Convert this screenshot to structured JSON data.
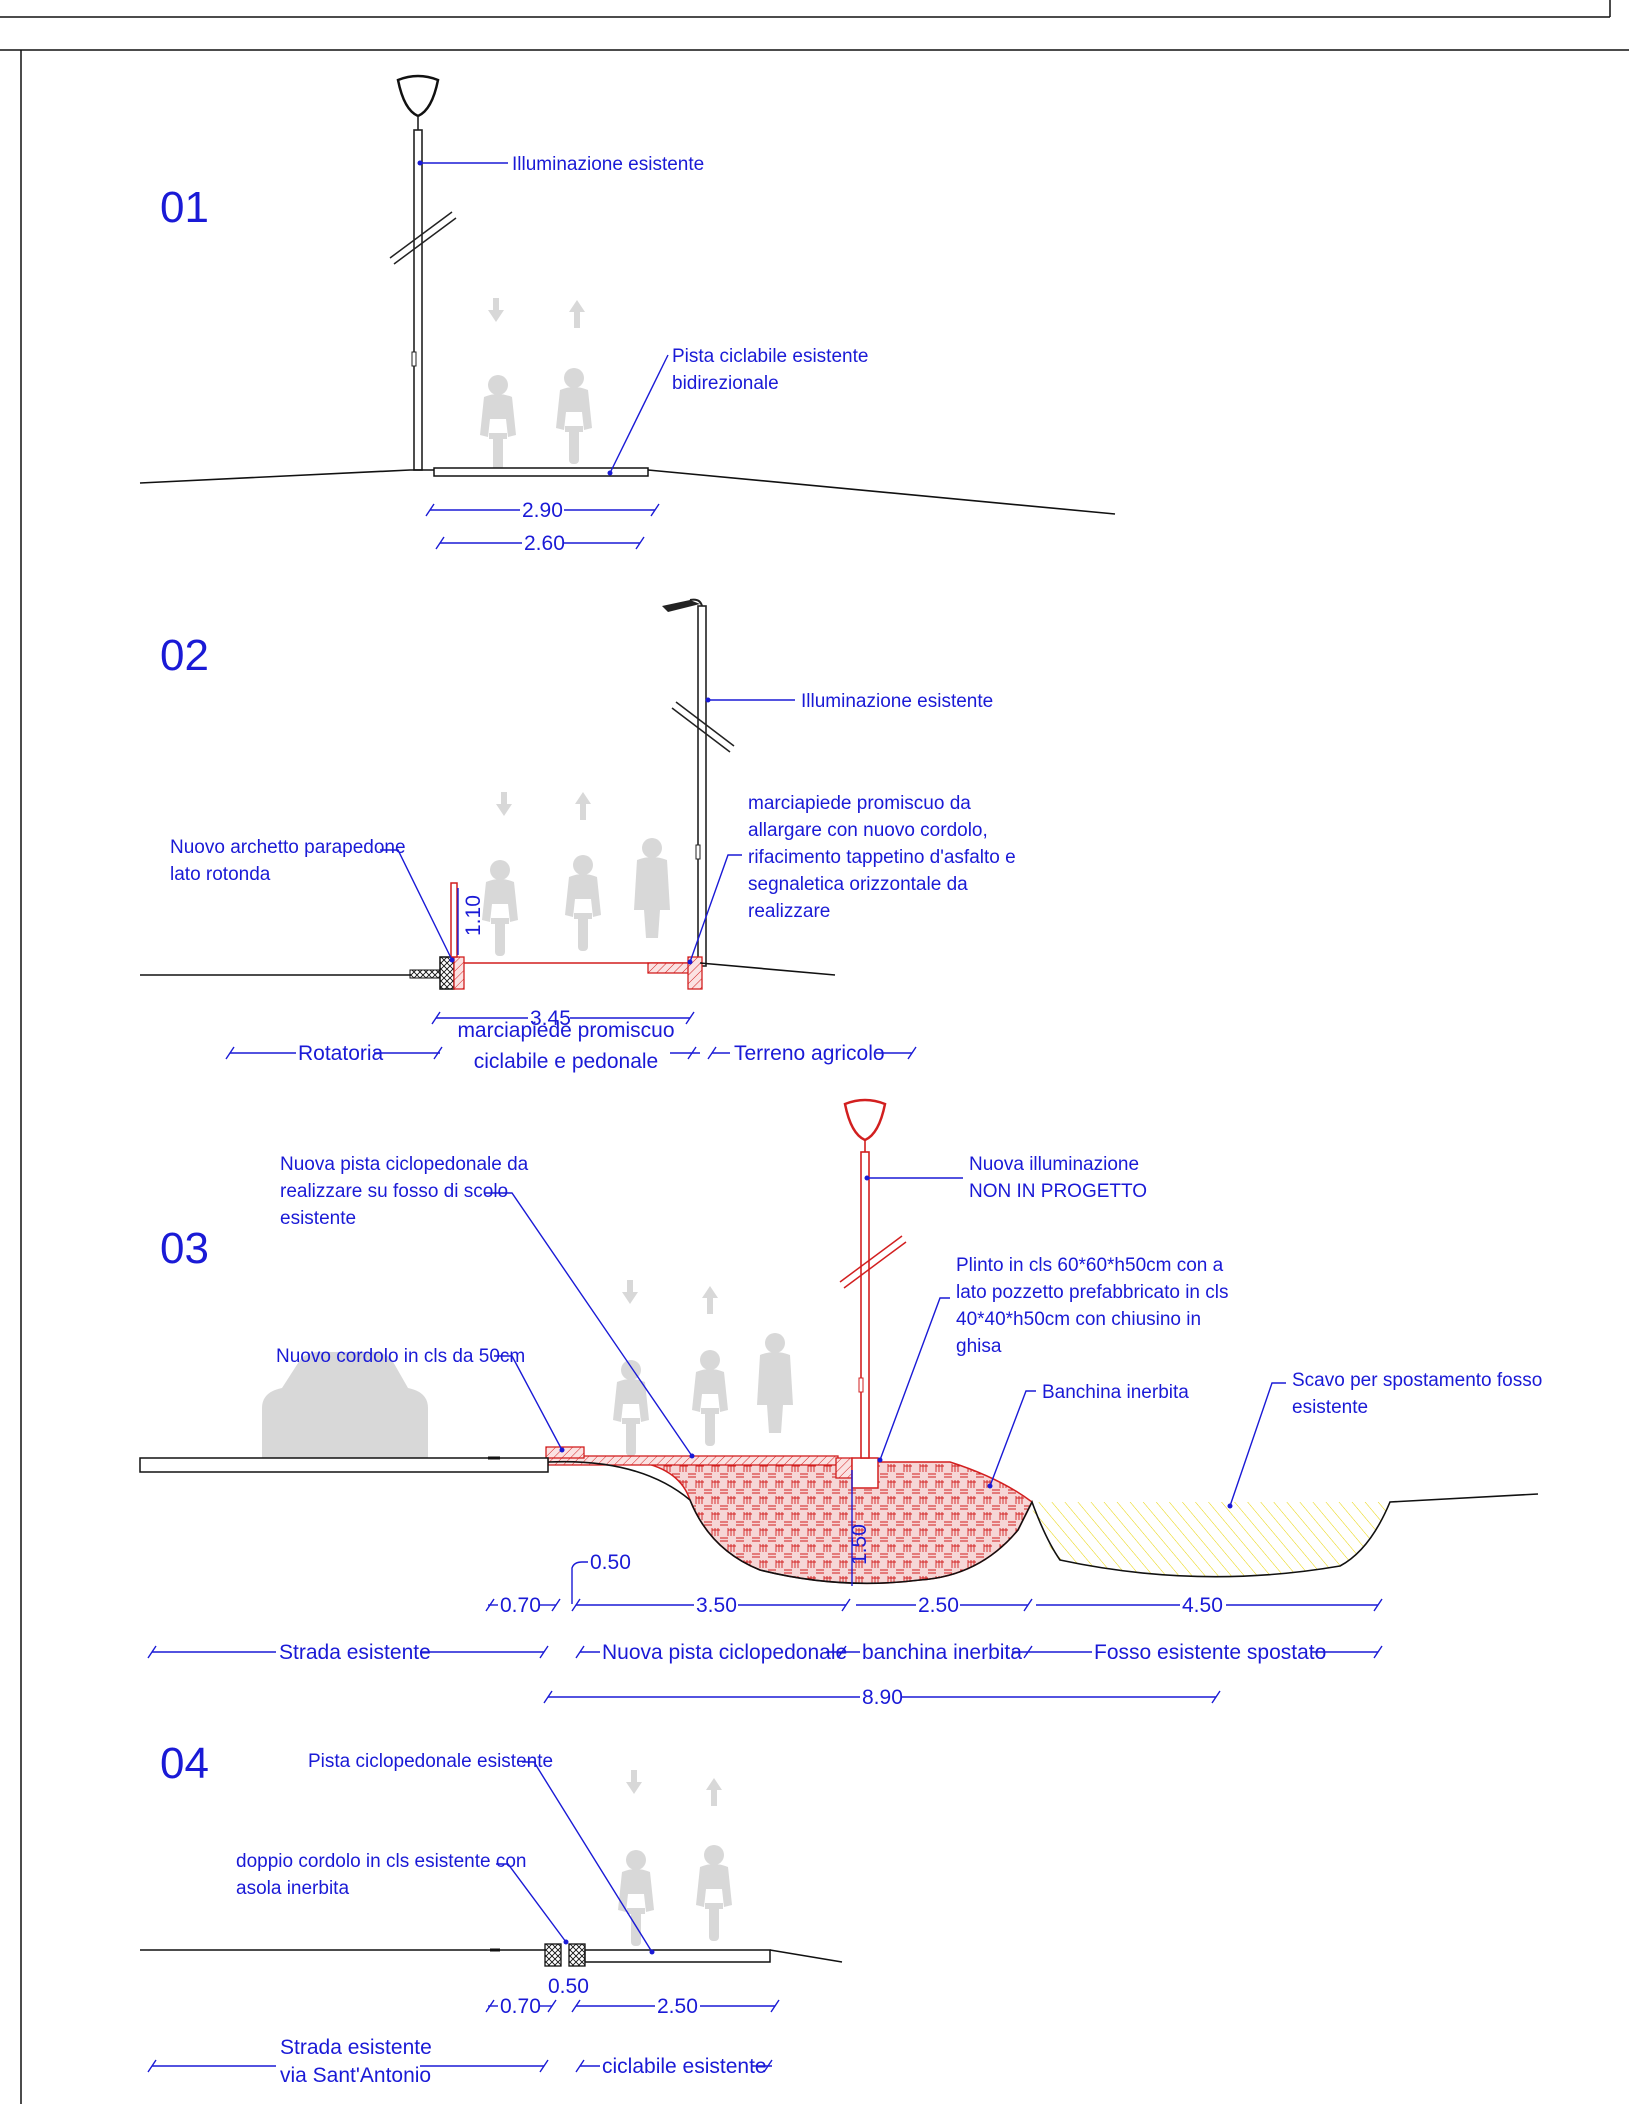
{
  "sections": [
    {
      "number": "01",
      "labels": {
        "lighting": "Illuminazione esistente",
        "bike_path_1": "Pista ciclabile esistente",
        "bike_path_2": "bidirezionale"
      },
      "dimensions": {
        "outer": "2.90",
        "inner": "2.60"
      }
    },
    {
      "number": "02",
      "labels": {
        "lighting": "Illuminazione esistente",
        "parapet_1": "Nuovo archetto parapedone",
        "parapet_2": "lato rotonda",
        "sidewalk_1": "marciapiede promiscuo da",
        "sidewalk_2": "allargare con nuovo cordolo,",
        "sidewalk_3": "rifacimento tappetino d'asfalto e",
        "sidewalk_4": "segnaletica orizzontale da",
        "sidewalk_5": "realizzare"
      },
      "dimensions": {
        "height": "1.10",
        "width": "3.45"
      },
      "zones": {
        "left": "Rotatoria",
        "middle_1": "marciapiede promiscuo",
        "middle_2": "ciclabile e pedonale",
        "right": "Terreno agricolo"
      }
    },
    {
      "number": "03",
      "labels": {
        "new_path_1": "Nuova pista ciclopedonale da",
        "new_path_2": "realizzare su fosso di scolo",
        "new_path_3": "esistente",
        "new_light_1": "Nuova illuminazione",
        "new_light_2": "NON IN PROGETTO",
        "plinth_1": "Plinto in cls 60*60*h50cm con a",
        "plinth_2": "lato pozzetto prefabbricato in cls",
        "plinth_3": "40*40*h50cm con chiusino in",
        "plinth_4": "ghisa",
        "curb": "Nuovo cordolo in cls da 50cm",
        "verge": "Banchina inerbita",
        "ditch_1": "Scavo per spostamento fosso",
        "ditch_2": "esistente"
      },
      "dimensions": {
        "curb": "0.50",
        "road_edge": "0.70",
        "path": "3.50",
        "verge": "2.50",
        "ditch": "4.50",
        "depth": "1.50",
        "total": "8.90"
      },
      "zones": {
        "road": "Strada esistente",
        "path": "Nuova pista ciclopedonale",
        "verge": "banchina inerbita",
        "ditch": "Fosso esistente spostato"
      }
    },
    {
      "number": "04",
      "labels": {
        "path": "Pista ciclopedonale esistente",
        "curb_1": "doppio cordolo in cls esistente con",
        "curb_2": "asola inerbita"
      },
      "dimensions": {
        "edge": "0.70",
        "curb": "0.50",
        "path": "2.50"
      },
      "zones": {
        "road_1": "Strada esistente",
        "road_2": "via Sant'Antonio",
        "path": "ciclabile esistente"
      }
    }
  ],
  "colors": {
    "annotation": "#1a1ad6",
    "new_work": "#d21f1f",
    "excavation": "#e8d400",
    "existing": "#111111"
  }
}
